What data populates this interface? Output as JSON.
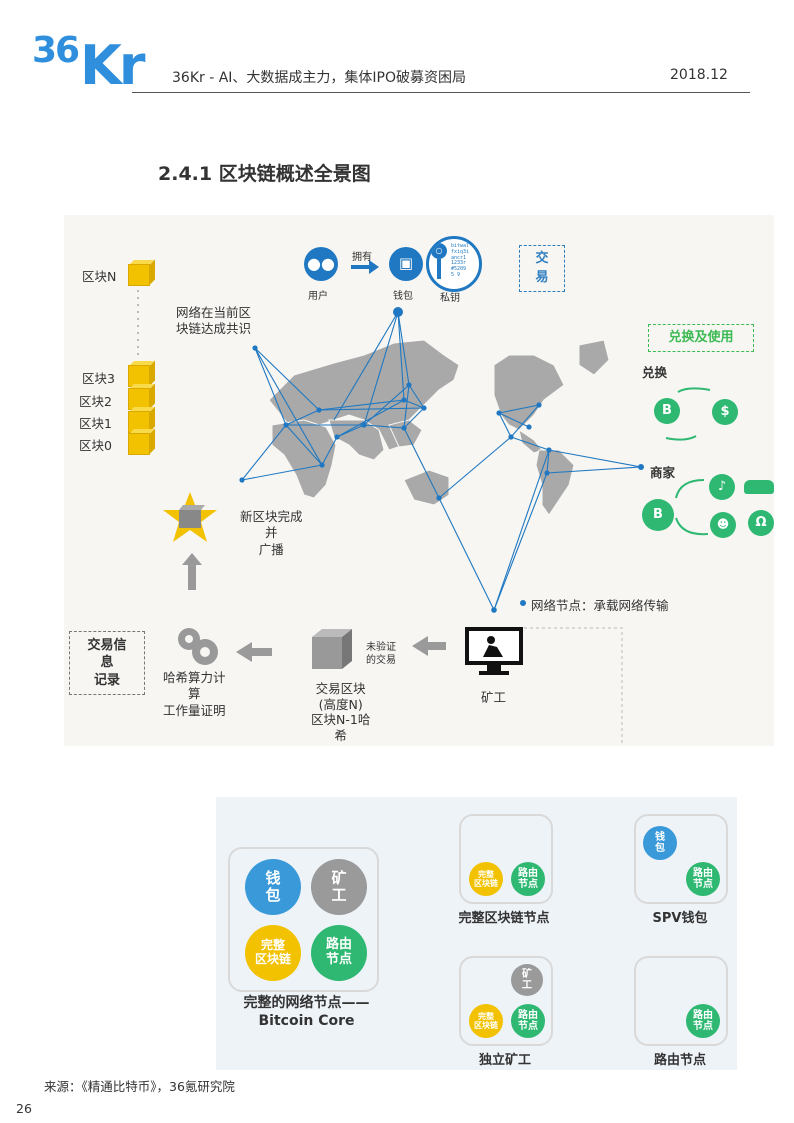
{
  "header": {
    "logo_num": "36",
    "logo_kr": "Kr",
    "title": "36Kr - AI、大数据成主力，集体IPO破募资困局",
    "date": "2018.12"
  },
  "section_title": "2.4.1 区块链概述全景图",
  "chain": {
    "blockN": "区块N",
    "block3": "区块3",
    "block2": "区块2",
    "block1": "区块1",
    "block0": "区块0"
  },
  "consensus": "网络在当前区\n块链达成共识",
  "trade": {
    "user": "用户",
    "own": "拥有",
    "wallet": "钱包",
    "key": "私钥",
    "key_text": "bitwal\nfxiq3i\nancr1\n1233r\n#5209\n5 9",
    "box": "交\n易"
  },
  "exchange": {
    "box": "兑换及使用",
    "redeem": "兑换",
    "merchant": "商家",
    "b": "B",
    "dollar": "$"
  },
  "broadcast": "新区块完成\n并\n广播",
  "node_note": "网络节点：承载网络传输",
  "record_box": "交易信\n息\n记录",
  "hash": "哈希算力计\n算\n工作量证明",
  "tx_block": "交易区块\n(高度N)\n区块N-1哈\n希",
  "unverified": "未验证\n的交易",
  "miner": "矿工",
  "full_node": {
    "wallet": "钱\n包",
    "miner": "矿\n工",
    "chain": "完整\n区块链",
    "route": "路由\n节点",
    "caption": "完整的网络节点——\nBitcoin Core"
  },
  "node_types": {
    "full_chain": "完整区块链节点",
    "spv": "SPV钱包",
    "solo_miner": "独立矿工",
    "route_node": "路由节点",
    "s_chain": "完整\n区块链",
    "s_route": "路由\n节点",
    "s_wallet": "钱\n包",
    "s_miner": "矿\n工"
  },
  "source": "来源：《精通比特币》，36氪研究院",
  "page_number": "26",
  "colors": {
    "blue": "#2f8fdc",
    "yellow": "#f2c200",
    "green": "#2eb872",
    "gray": "#9a9a9a",
    "node": "#1f78c1"
  }
}
